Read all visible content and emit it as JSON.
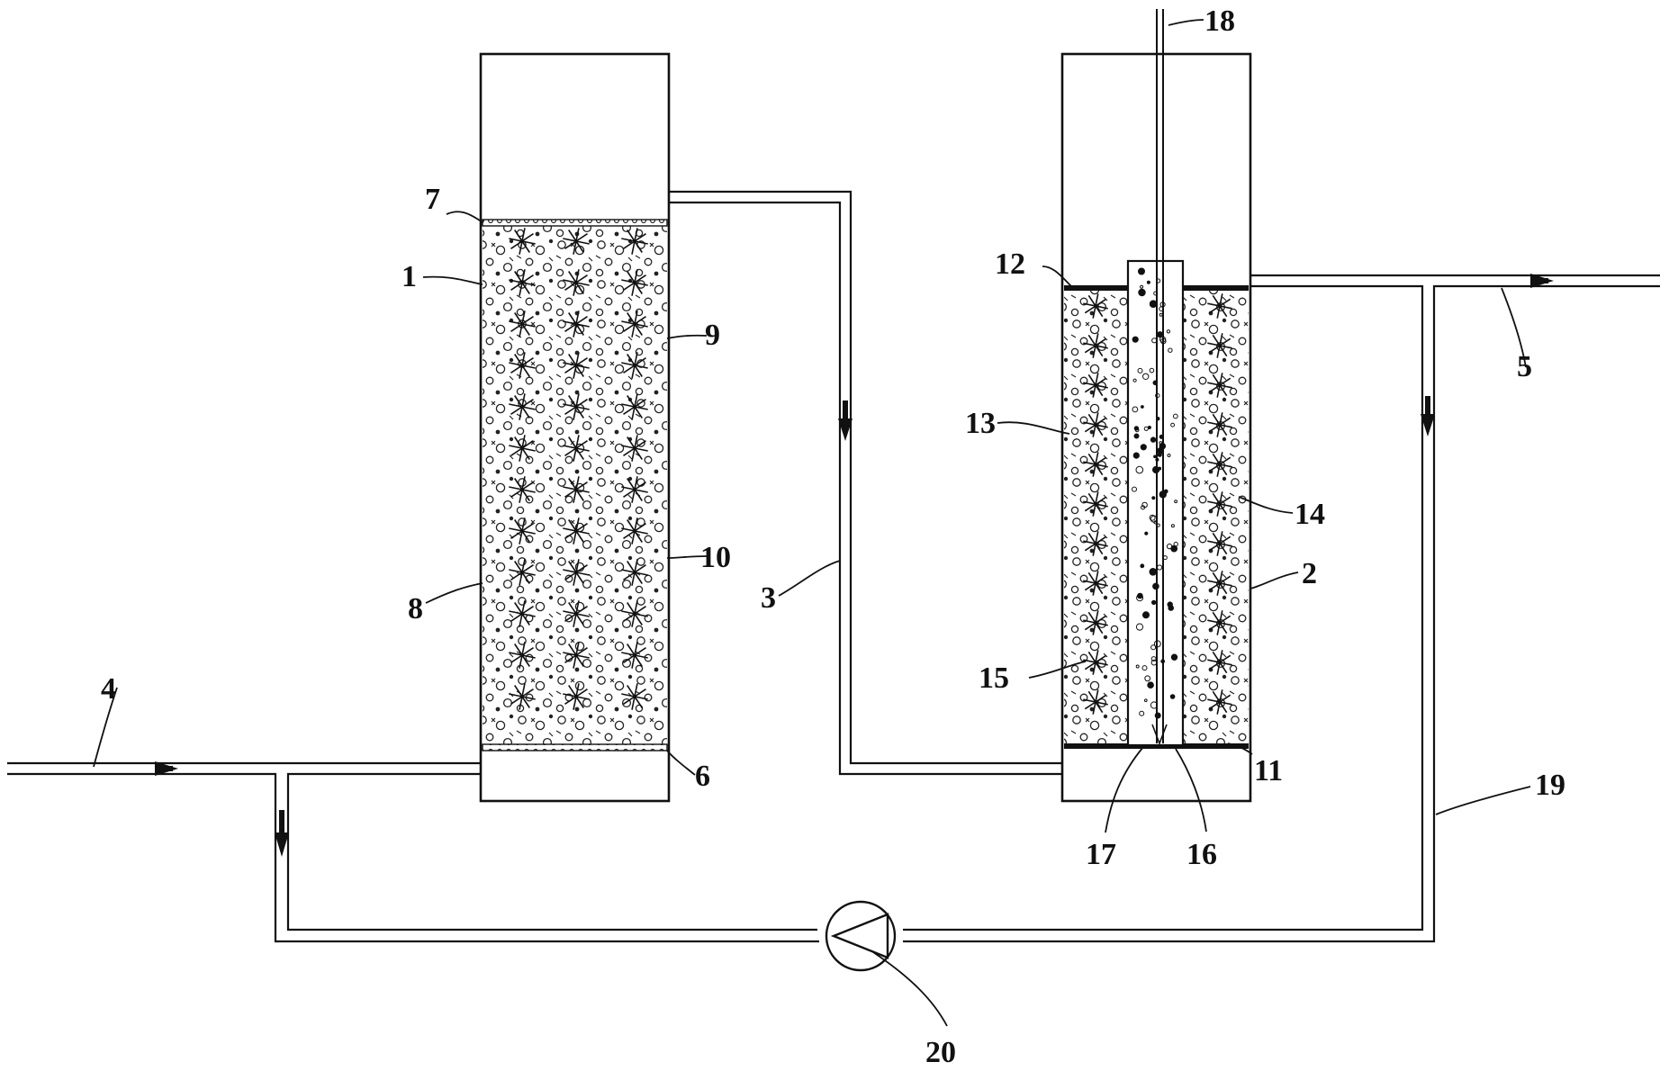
{
  "labels": {
    "l1": "1",
    "l2": "2",
    "l3": "3",
    "l4": "4",
    "l5": "5",
    "l6": "6",
    "l7": "7",
    "l8": "8",
    "l9": "9",
    "l10": "10",
    "l11": "11",
    "l12": "12",
    "l13": "13",
    "l14": "14",
    "l15": "15",
    "l16": "16",
    "l17": "17",
    "l18": "18",
    "l19": "19",
    "l20": "20"
  },
  "colors": {
    "line": "#111111",
    "background": "#ffffff",
    "packing": "#2b2b2b"
  },
  "icons": {
    "flow_arrow": "flow-direction-arrow",
    "pump": "pump-symbol"
  }
}
